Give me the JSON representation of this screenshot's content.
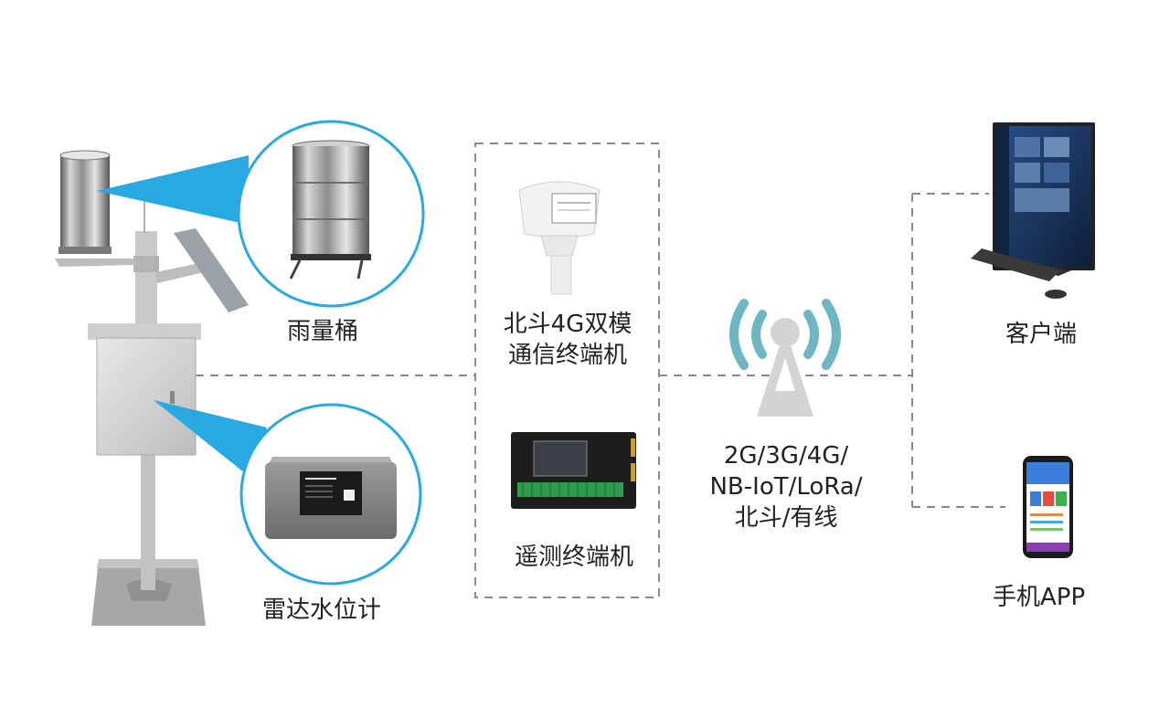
{
  "labels": {
    "rain_bucket": "雨量桶",
    "radar_gauge": "雷达水位计",
    "beidou_line1": "北斗4G双模",
    "beidou_line2": "通信终端机",
    "rtu": "遥测终端机",
    "net_line1": "2G/3G/4G/",
    "net_line2": "NB-IoT/LoRa/",
    "net_line3": "北斗/有线",
    "client": "客户端",
    "mobile_app": "手机APP"
  },
  "colors": {
    "accent_blue": "#29a9e1",
    "signal_teal": "#6fb6c4",
    "dashed_line": "#8a8a8a",
    "tower_gray": "#d4d4d4"
  }
}
